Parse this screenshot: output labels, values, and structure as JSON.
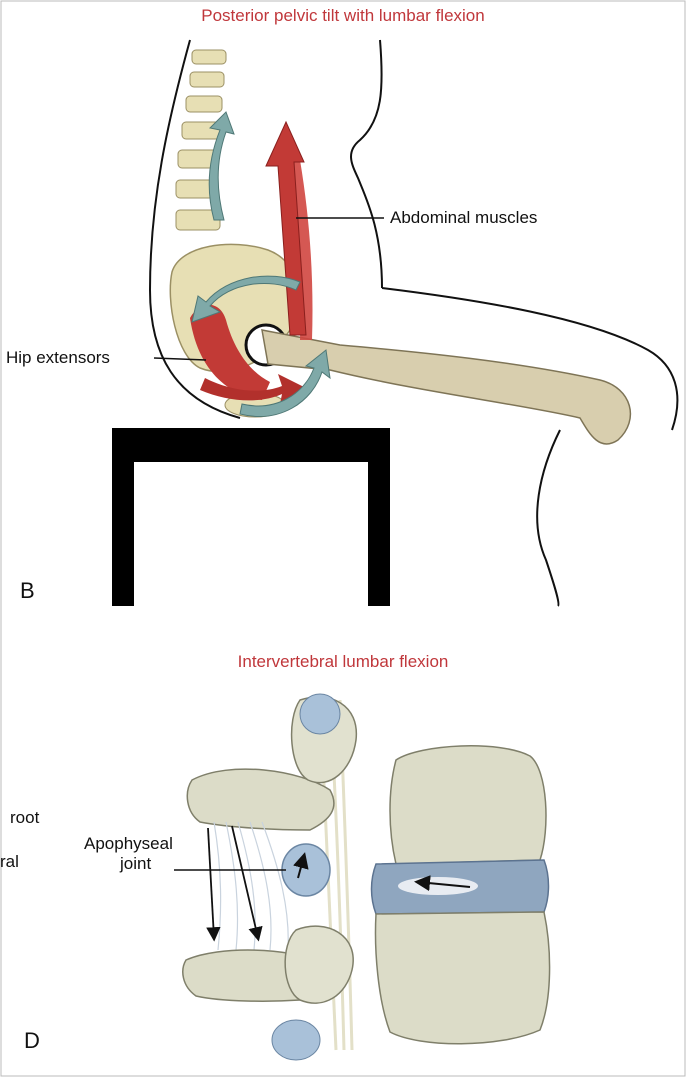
{
  "panel_b": {
    "title": "Posterior pelvic tilt with lumbar flexion",
    "letter": "B",
    "labels": {
      "abdominal": "Abdominal muscles",
      "hip_extensors": "Hip extensors"
    }
  },
  "panel_d": {
    "title": "Intervertebral lumbar flexion",
    "letter": "D",
    "labels": {
      "apophyseal_line1": "Apophyseal",
      "apophyseal_line2": "joint",
      "cut_root": "root",
      "cut_ral": "ral"
    }
  },
  "colors": {
    "title_red": "#c0373b",
    "bone": "#e7dfb4",
    "muscle_red": "#c23a36",
    "arrow_teal": "#7fa9a8",
    "vertebra": "#dcdcc8",
    "cartilage_blue": "#a9c1d9"
  }
}
